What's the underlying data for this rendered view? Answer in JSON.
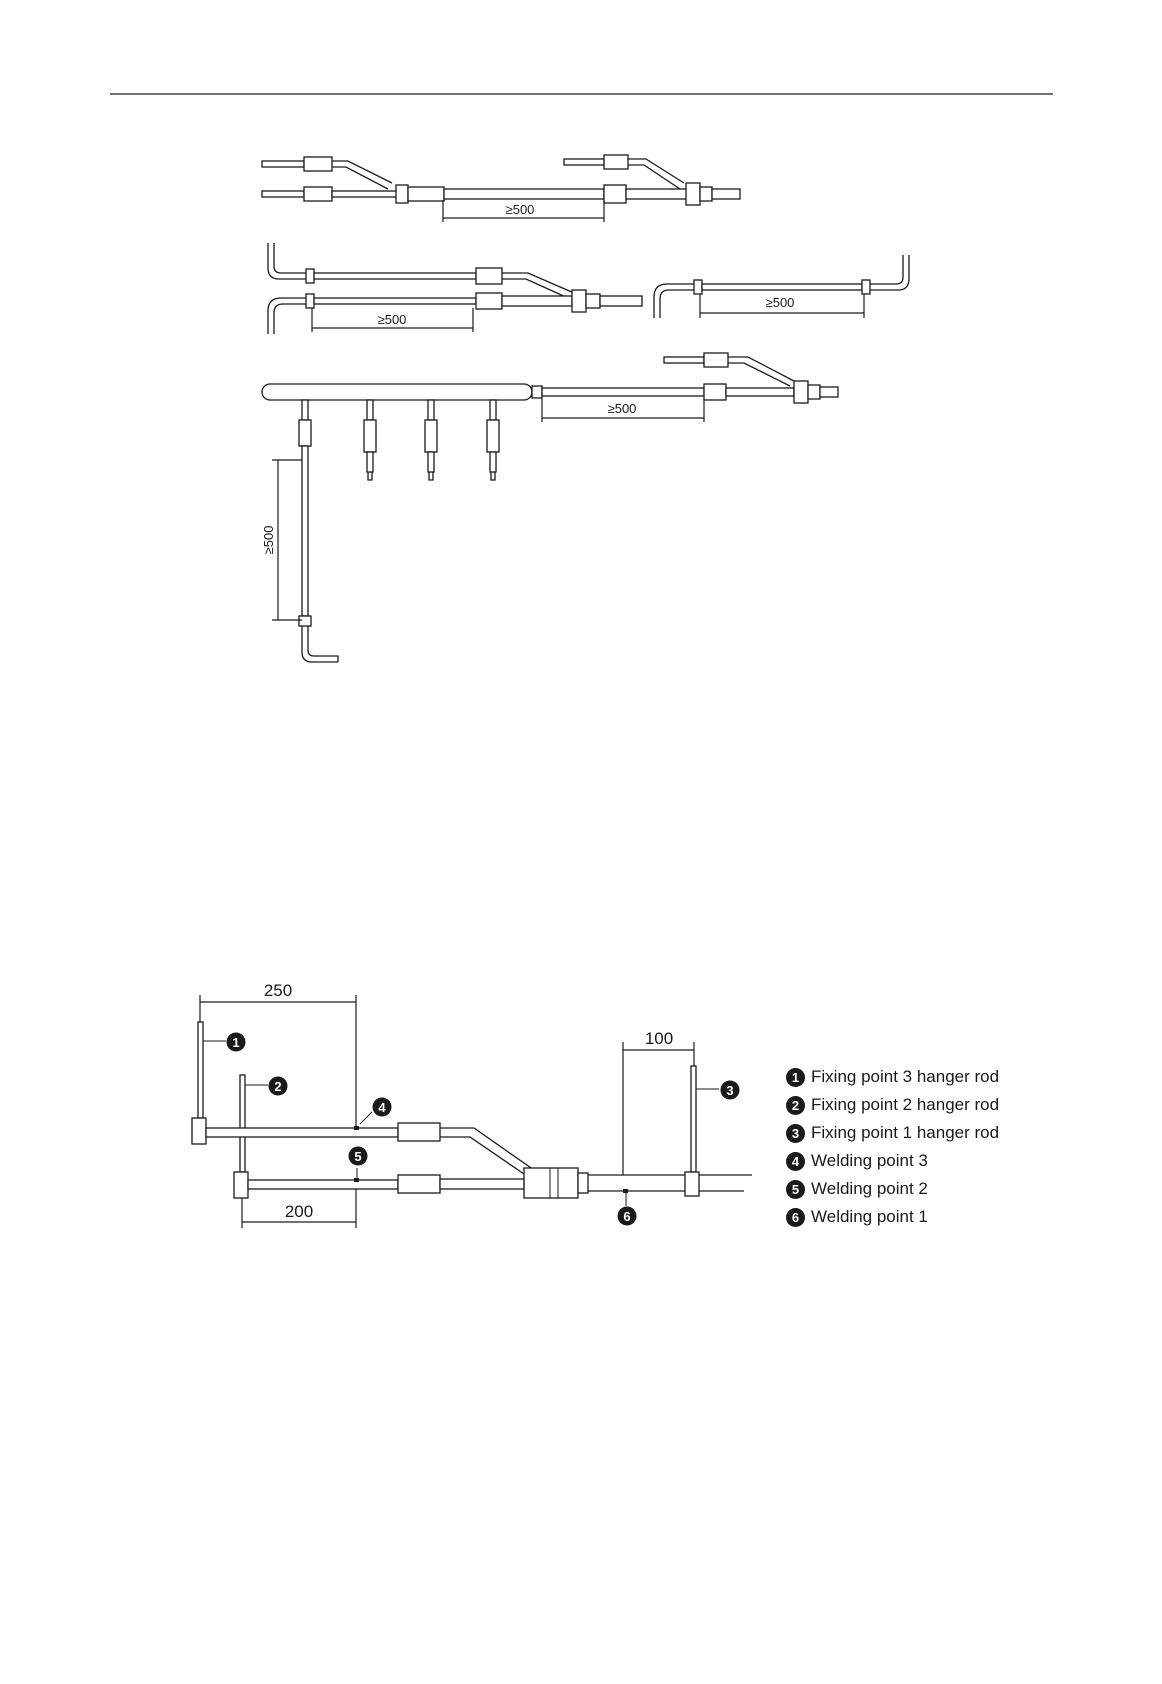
{
  "figure1": {
    "dim_labels": [
      "≥500",
      "≥500",
      "≥500",
      "≥500",
      "≥500"
    ]
  },
  "figure2": {
    "dims": [
      "250",
      "100",
      "200"
    ],
    "markers": [
      "1",
      "2",
      "3",
      "4",
      "5",
      "6"
    ],
    "legend": [
      {
        "num": "1",
        "text": "Fixing point 3 hanger rod"
      },
      {
        "num": "2",
        "text": "Fixing point 2 hanger rod"
      },
      {
        "num": "3",
        "text": "Fixing point 1 hanger rod"
      },
      {
        "num": "4",
        "text": "Welding point  3"
      },
      {
        "num": "5",
        "text": "Welding point  2"
      },
      {
        "num": "6",
        "text": "Welding point  1"
      }
    ]
  }
}
